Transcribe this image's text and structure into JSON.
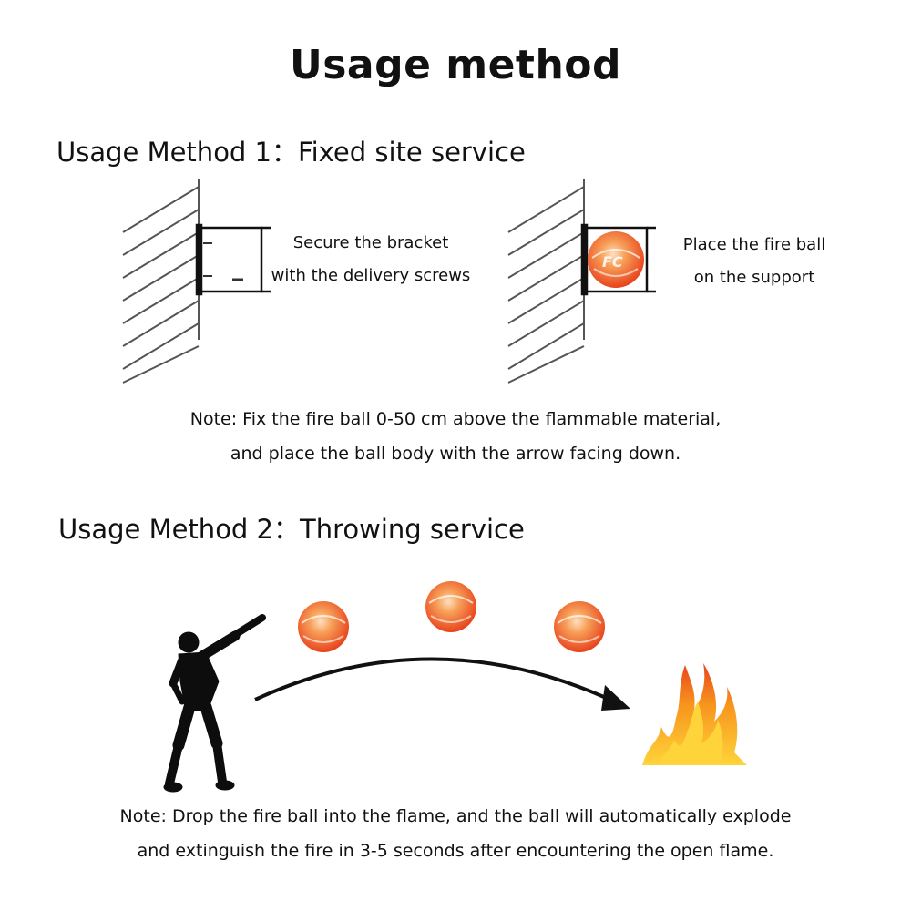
{
  "title": "Usage method",
  "method1": {
    "heading": "Usage Method 1：Fixed site service",
    "step1": [
      "Secure the bracket",
      "with the delivery screws"
    ],
    "step2": [
      "Place the fire ball",
      "on the support"
    ],
    "note": [
      "Note: Fix the fire ball 0-50 cm above the flammable material,",
      "and place the ball body with the arrow facing down."
    ]
  },
  "method2": {
    "heading": "Usage Method 2：Throwing service",
    "note": [
      "Note: Drop the fire ball into the flame, and the ball will automatically explode",
      "and extinguish the fire in 3-5 seconds after encountering the open flame."
    ]
  },
  "colors": {
    "ball_outer": "#e8431c",
    "ball_inner": "#f7a15a",
    "ball_highlight": "#ffe0c2",
    "flame_outer": "#f27b12",
    "flame_inner": "#ffd43a",
    "ink": "#111111"
  },
  "icons": [
    "wall-hatch",
    "bracket",
    "screw",
    "fire-ball",
    "thrower-silhouette",
    "arc-arrow",
    "flame"
  ]
}
